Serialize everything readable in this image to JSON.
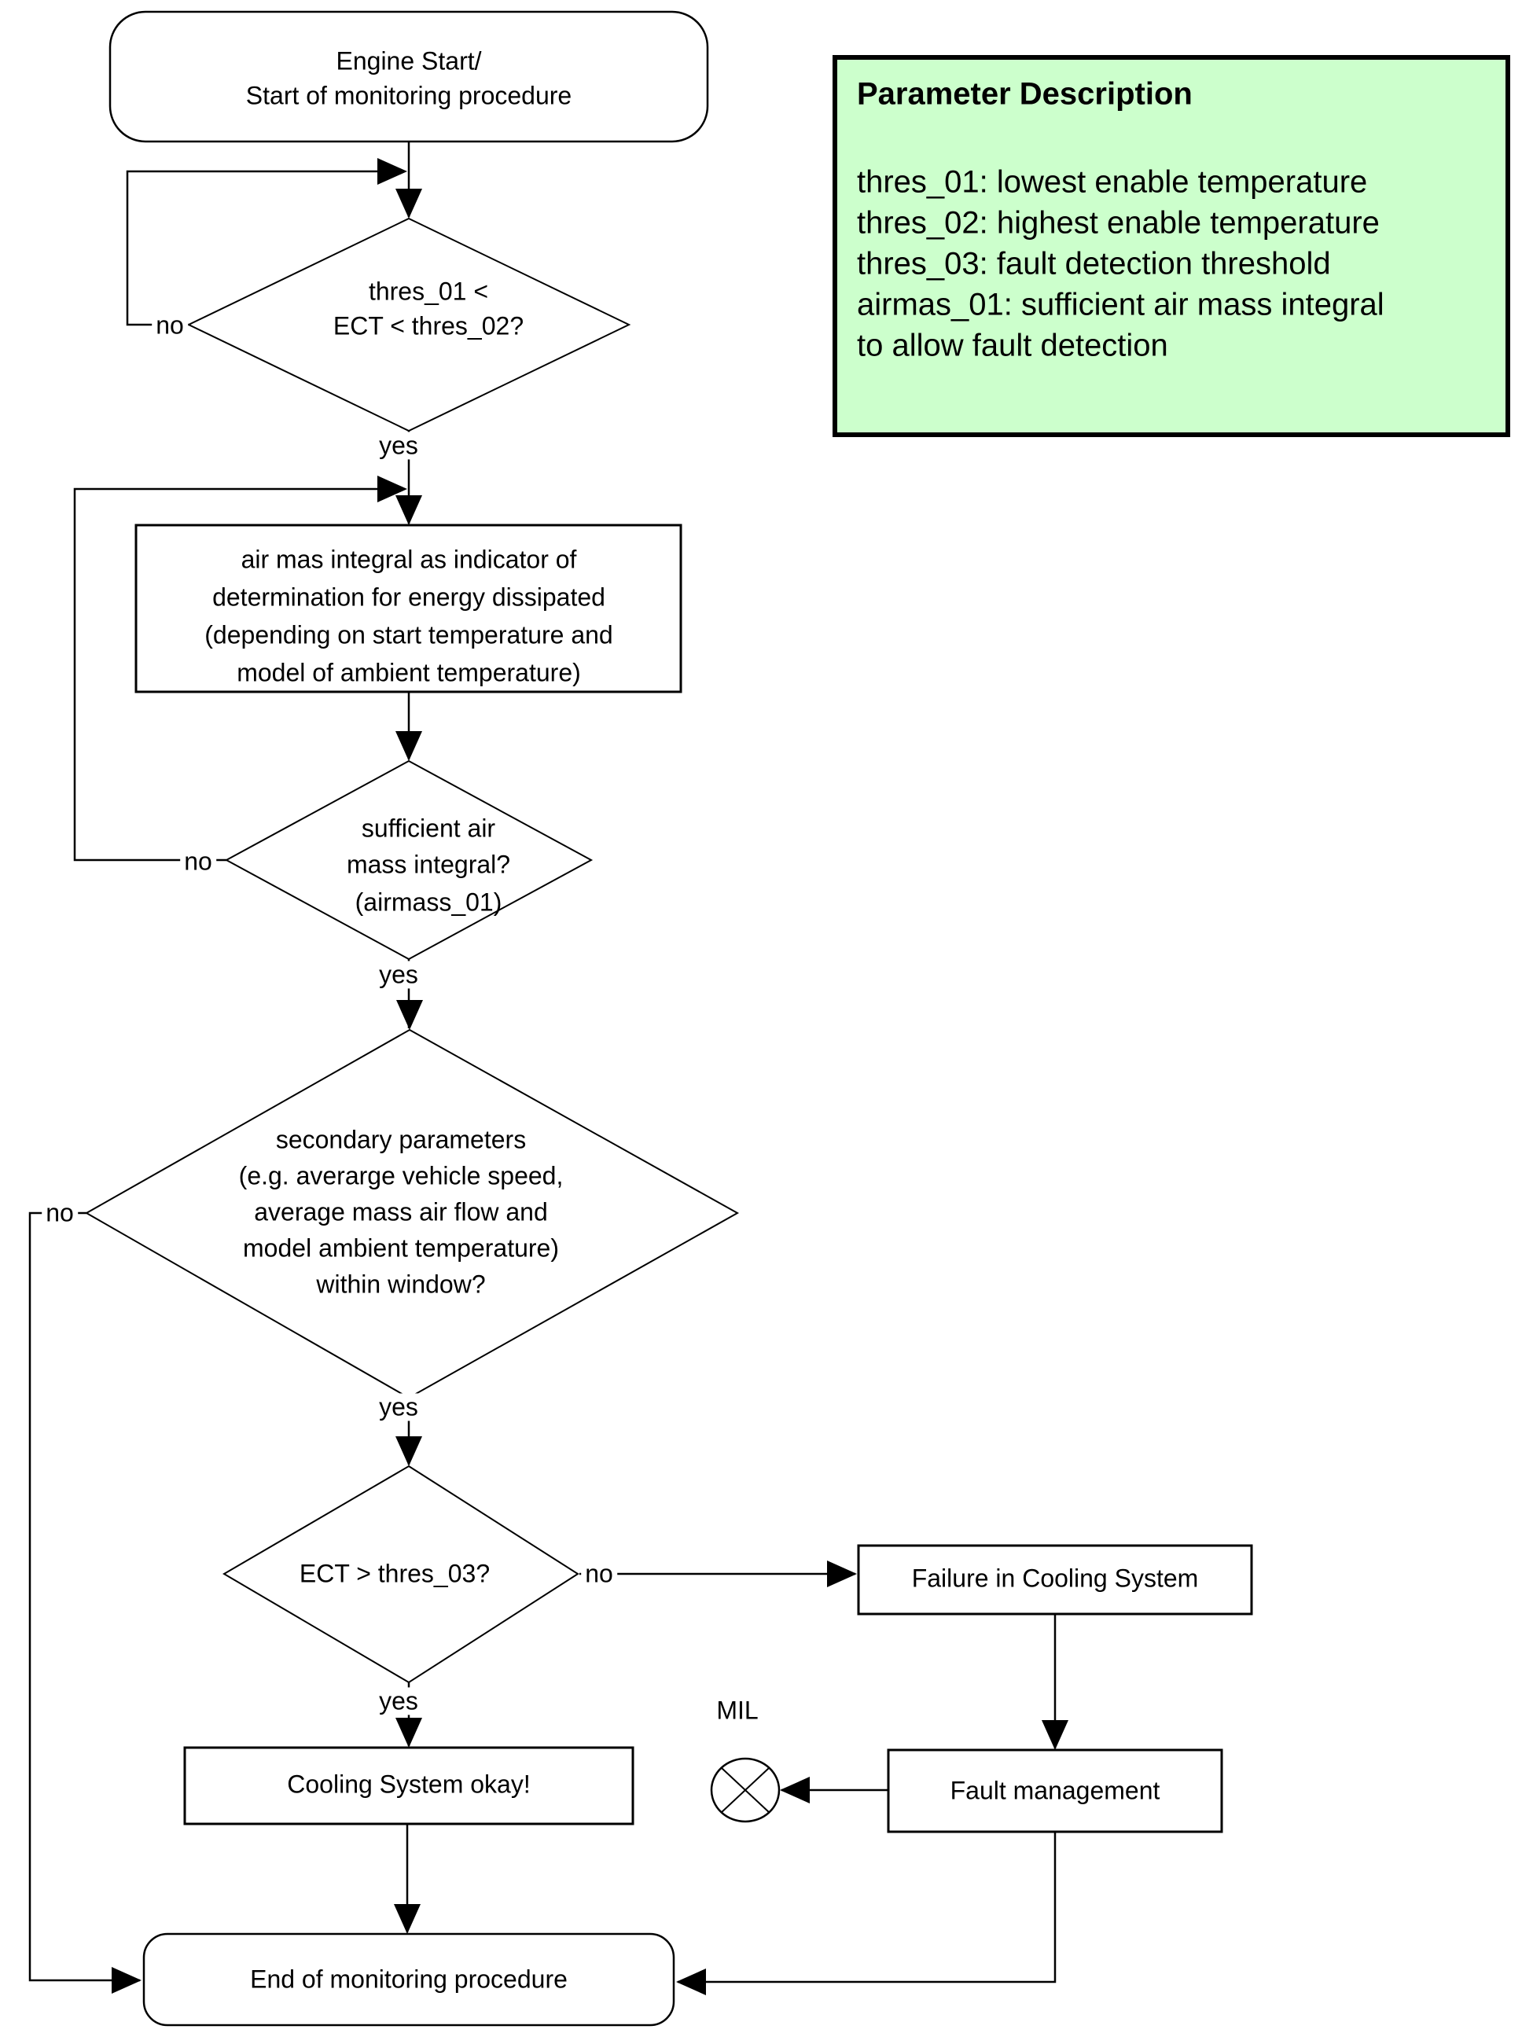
{
  "nodes": {
    "start": {
      "lines": [
        "Engine Start/",
        "Start of monitoring procedure"
      ]
    },
    "d1": {
      "lines": [
        "thres_01 <",
        "ECT < thres_02?"
      ]
    },
    "airmass_rect": {
      "lines": [
        "air mas integral as indicator of",
        "determination for energy dissipated",
        "(depending on start temperature and",
        "model of ambient temperature)"
      ]
    },
    "d2": {
      "lines": [
        "sufficient air",
        "mass integral?",
        "(airmass_01)"
      ]
    },
    "d3": {
      "lines": [
        "secondary parameters",
        "(e.g. averarge vehicle speed,",
        "average mass air flow and",
        "model ambient temperature)",
        "within window?"
      ]
    },
    "d4": {
      "label": "ECT > thres_03?"
    },
    "failure": {
      "label": "Failure in Cooling System"
    },
    "cooling_ok": {
      "label": "Cooling System okay!"
    },
    "fault_mgmt": {
      "label": "Fault management"
    },
    "mil": {
      "label": "MIL"
    },
    "end": {
      "label": "End of monitoring procedure"
    }
  },
  "edge_labels": {
    "d1_yes": "yes",
    "d1_no": "no",
    "d2_yes": "yes",
    "d2_no": "no",
    "d3_yes": "yes",
    "d3_no": "no",
    "d4_yes": "yes",
    "d4_no": "no"
  },
  "legend": {
    "title": "Parameter Description",
    "lines": [
      "thres_01: lowest enable temperature",
      "thres_02: highest enable temperature",
      "thres_03: fault detection threshold",
      "airmas_01: sufficient air mass integral",
      "to allow fault detection"
    ],
    "bg_color": "#ccffcc",
    "border_color": "#000000"
  },
  "colors": {
    "line": "#000000",
    "node_fill": "#ffffff"
  }
}
